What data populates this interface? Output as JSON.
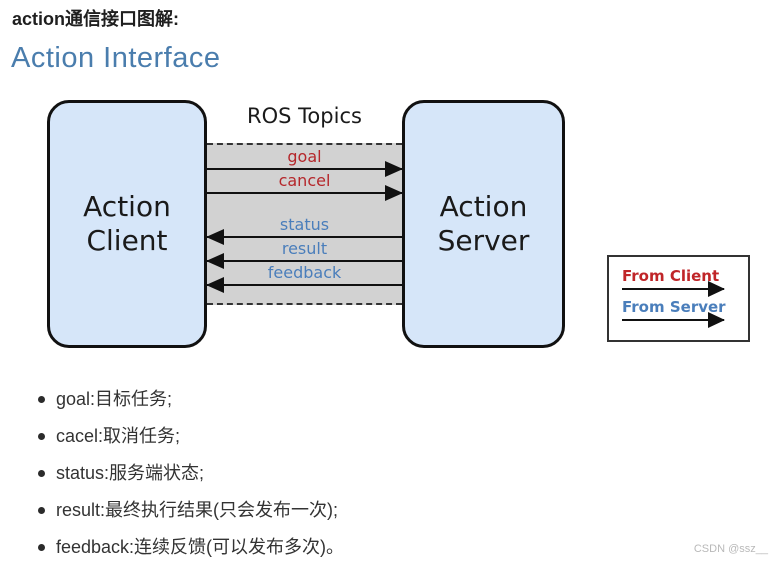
{
  "page": {
    "title": "action通信接口图解:",
    "heading": "Action Interface",
    "watermark": "CSDN @ssz__"
  },
  "diagram": {
    "topics_label": "ROS Topics",
    "client_label": "Action Client",
    "server_label": "Action Server",
    "arrows": [
      {
        "label": "goal",
        "direction": "right",
        "from": "client",
        "color": "#b5272b"
      },
      {
        "label": "cancel",
        "direction": "right",
        "from": "client",
        "color": "#b5272b"
      },
      {
        "label": "status",
        "direction": "left",
        "from": "server",
        "color": "#4a7ebb"
      },
      {
        "label": "result",
        "direction": "left",
        "from": "server",
        "color": "#4a7ebb"
      },
      {
        "label": "feedback",
        "direction": "left",
        "from": "server",
        "color": "#4a7ebb"
      }
    ],
    "legend": [
      {
        "label": "From Client",
        "color": "#c02528"
      },
      {
        "label": "From Server",
        "color": "#4a7ebb"
      }
    ],
    "colors": {
      "box_fill": "#d6e6f9",
      "box_border": "#111111",
      "channel_fill": "#d2d2d2",
      "heading_blue": "#4a7dad"
    }
  },
  "bullets": {
    "items": [
      "goal:目标任务;",
      "cacel:取消任务;",
      "status:服务端状态;",
      "result:最终执行结果(只会发布一次);",
      "feedback:连续反馈(可以发布多次)。"
    ]
  }
}
